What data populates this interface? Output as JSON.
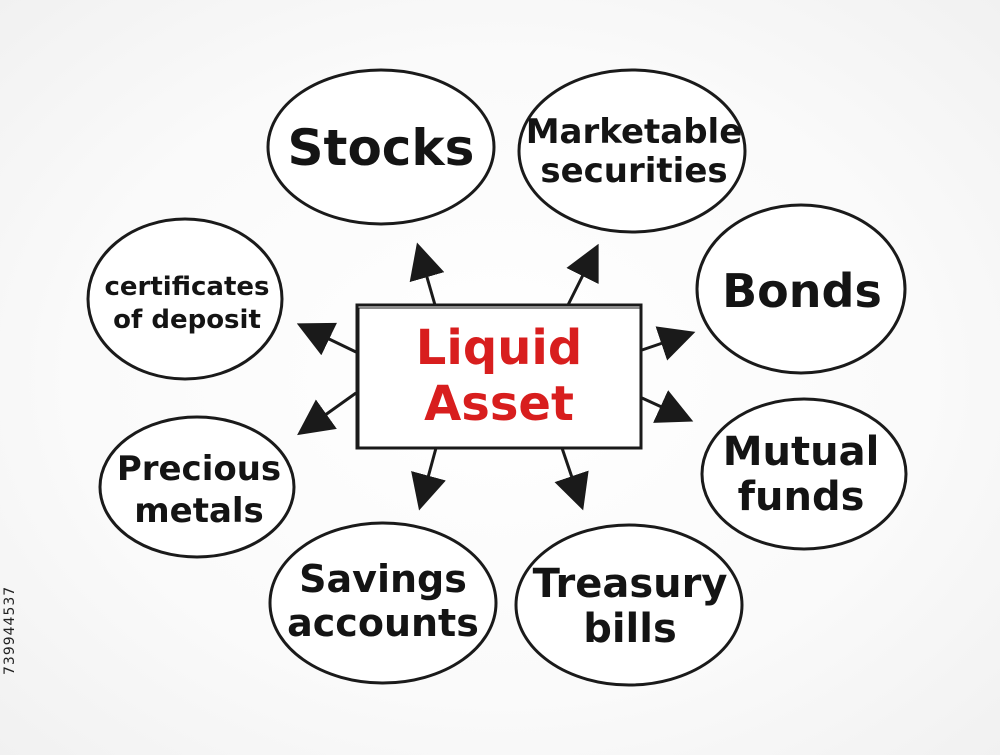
{
  "center": {
    "lines": [
      "Liquid",
      "Asset"
    ],
    "color": "#d81e1e"
  },
  "nodes": [
    {
      "id": "stocks",
      "lines": [
        "Stocks"
      ]
    },
    {
      "id": "marketable-securities",
      "lines": [
        "Marketable",
        "securities"
      ]
    },
    {
      "id": "bonds",
      "lines": [
        "Bonds"
      ]
    },
    {
      "id": "mutual-funds",
      "lines": [
        "Mutual",
        "funds"
      ]
    },
    {
      "id": "treasury-bills",
      "lines": [
        "Treasury",
        "bills"
      ]
    },
    {
      "id": "savings-accounts",
      "lines": [
        "Savings",
        "accounts"
      ]
    },
    {
      "id": "precious-metals",
      "lines": [
        "Precious",
        "metals"
      ]
    },
    {
      "id": "certificates-of-deposit",
      "lines": [
        "certificates",
        "of deposit"
      ]
    }
  ],
  "stock_id": "739944537"
}
